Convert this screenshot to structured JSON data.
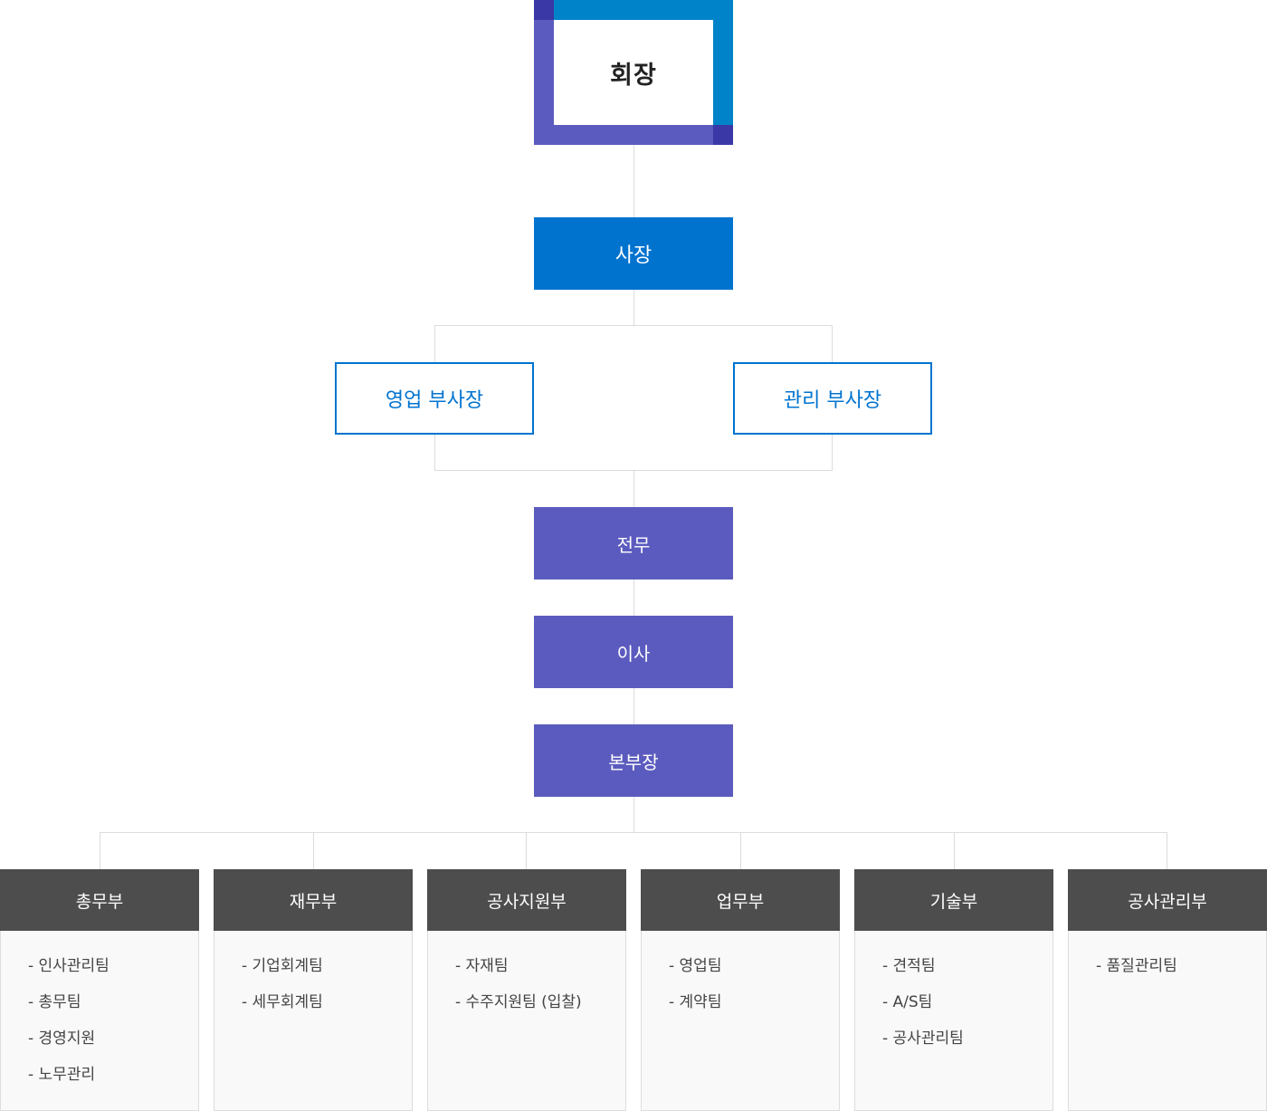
{
  "chairman": {
    "label": "회장",
    "colors": {
      "blue": "#0083c8",
      "purple": "#5b5bbf",
      "dark": "#3a37a6"
    }
  },
  "president": {
    "label": "사장",
    "color": "#0073cf"
  },
  "vice_presidents": [
    {
      "label": "영업 부사장"
    },
    {
      "label": "관리 부사장"
    }
  ],
  "executives": [
    {
      "label": "전무"
    },
    {
      "label": "이사"
    },
    {
      "label": "본부장"
    }
  ],
  "departments": [
    {
      "label": "총무부",
      "teams": [
        "- 인사관리팀",
        "- 총무팀",
        "- 경영지원",
        "- 노무관리"
      ]
    },
    {
      "label": "재무부",
      "teams": [
        "- 기업회계팀",
        "- 세무회계팀"
      ]
    },
    {
      "label": "공사지원부",
      "teams": [
        "- 자재팀",
        "- 수주지원팀 (입찰)"
      ]
    },
    {
      "label": "업무부",
      "teams": [
        "- 영업팀",
        "- 계약팀"
      ]
    },
    {
      "label": "기술부",
      "teams": [
        "- 견적팀",
        "- A/S팀",
        "- 공사관리팀"
      ]
    },
    {
      "label": "공사관리부",
      "teams": [
        "- 품질관리팀"
      ]
    }
  ]
}
